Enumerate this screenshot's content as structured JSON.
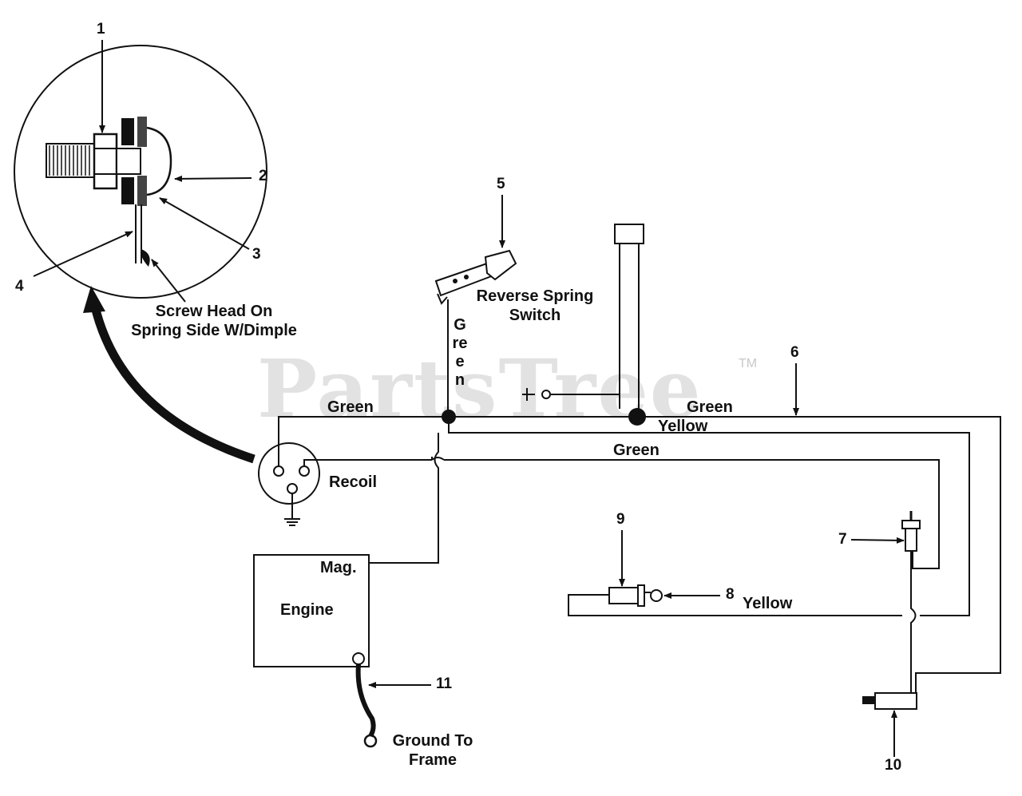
{
  "watermark": {
    "text": "PartsTree",
    "tm": "TM"
  },
  "callouts": [
    "1",
    "2",
    "3",
    "4",
    "5",
    "6",
    "7",
    "8",
    "9",
    "10",
    "11"
  ],
  "labels": {
    "screw_head": "Screw Head On",
    "screw_side": "Spring Side W/Dimple",
    "reverse_spring": "Reverse Spring",
    "switch": "Switch",
    "green_vertical": "Green",
    "green_left": "Green",
    "green_right": "Green",
    "yellow_top": "Yellow",
    "green_mid": "Green",
    "recoil": "Recoil",
    "mag": "Mag.",
    "engine": "Engine",
    "yellow_bottom": "Yellow",
    "ground_to": "Ground To",
    "frame": "Frame"
  }
}
